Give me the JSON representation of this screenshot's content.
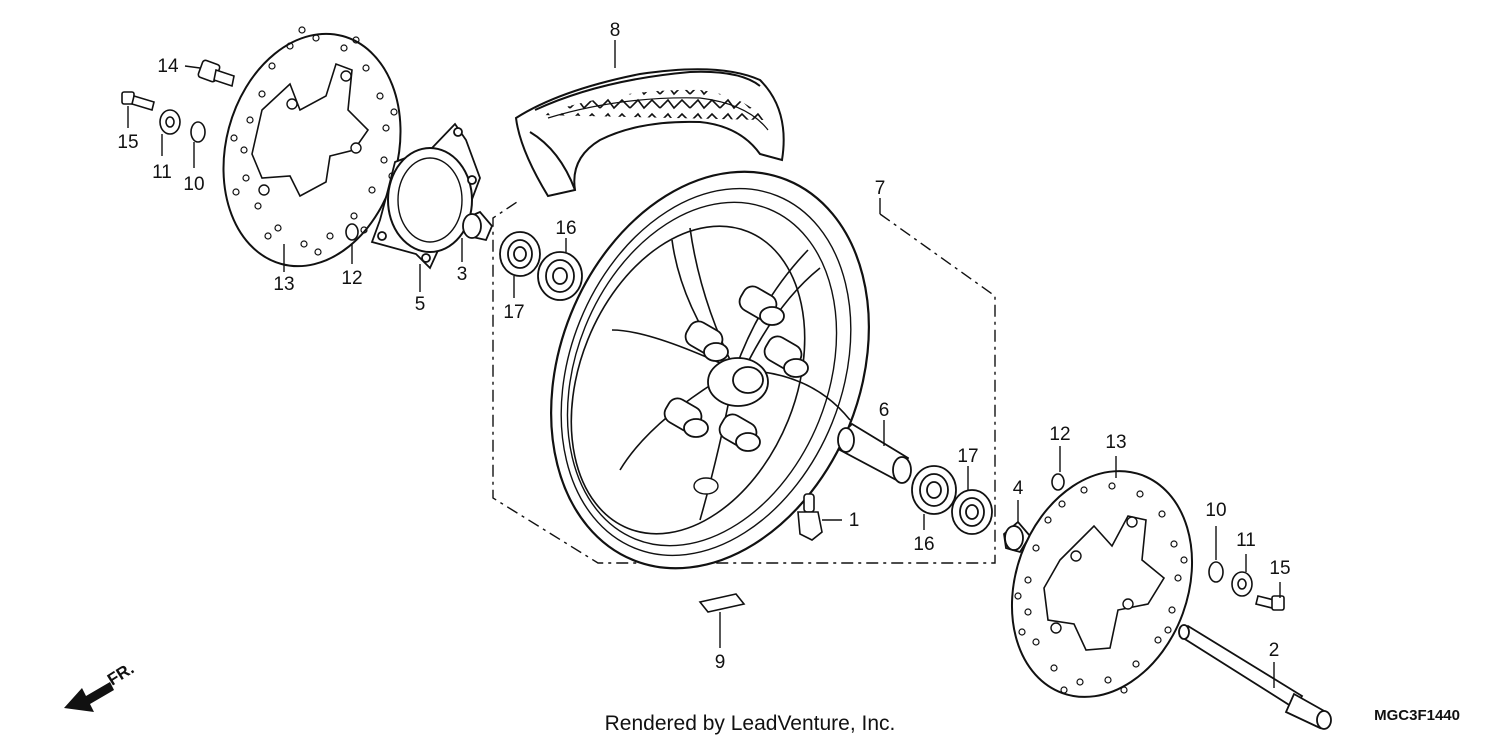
{
  "diagram": {
    "callouts": [
      {
        "id": "c8",
        "text": "8"
      },
      {
        "id": "c14",
        "text": "14"
      },
      {
        "id": "c15a",
        "text": "15"
      },
      {
        "id": "c11a",
        "text": "11"
      },
      {
        "id": "c10a",
        "text": "10"
      },
      {
        "id": "c13a",
        "text": "13"
      },
      {
        "id": "c12a",
        "text": "12"
      },
      {
        "id": "c5",
        "text": "5"
      },
      {
        "id": "c3",
        "text": "3"
      },
      {
        "id": "c17a",
        "text": "17"
      },
      {
        "id": "c16a",
        "text": "16"
      },
      {
        "id": "c7",
        "text": "7"
      },
      {
        "id": "c6",
        "text": "6"
      },
      {
        "id": "c17b",
        "text": "17"
      },
      {
        "id": "c16b",
        "text": "16"
      },
      {
        "id": "c1",
        "text": "1"
      },
      {
        "id": "c9",
        "text": "9"
      },
      {
        "id": "c12b",
        "text": "12"
      },
      {
        "id": "c13b",
        "text": "13"
      },
      {
        "id": "c4",
        "text": "4"
      },
      {
        "id": "c10b",
        "text": "10"
      },
      {
        "id": "c11b",
        "text": "11"
      },
      {
        "id": "c15b",
        "text": "15"
      },
      {
        "id": "c2",
        "text": "2"
      }
    ],
    "direction_label": "FR.",
    "credit": "Rendered by LeadVenture, Inc.",
    "diagram_code": "MGC3F1440"
  }
}
